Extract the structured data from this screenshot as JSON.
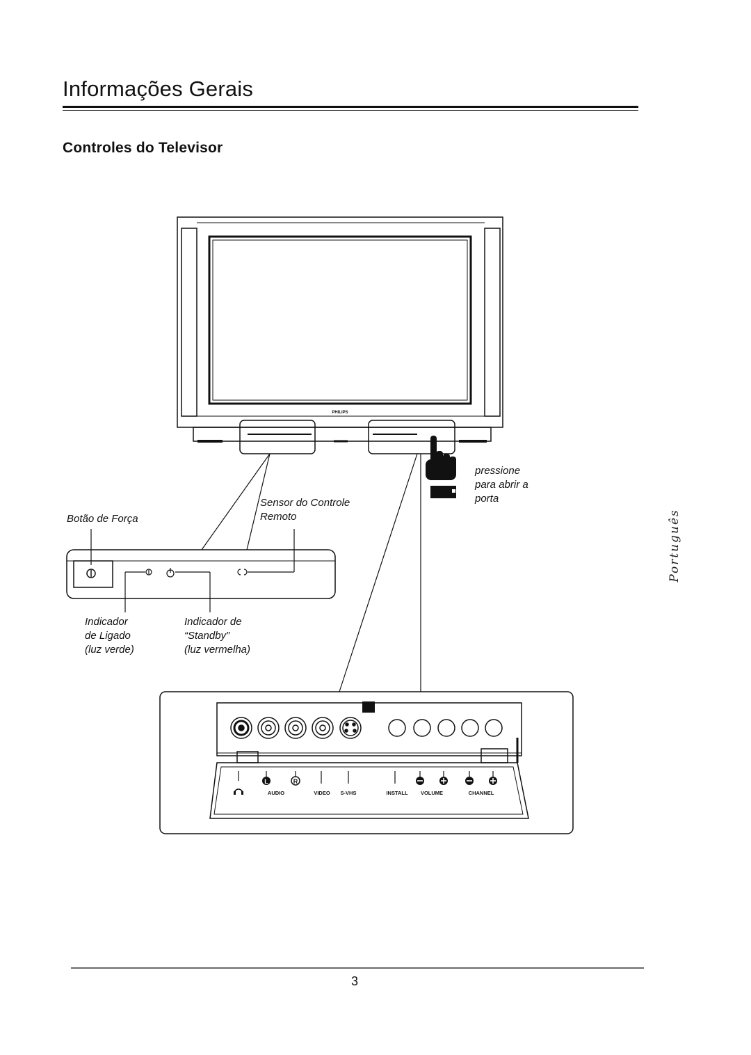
{
  "header": {
    "title": "Informações Gerais"
  },
  "section": {
    "title": "Controles do Televisor"
  },
  "tv": {
    "brand": "PHILIPS"
  },
  "labels": {
    "power_button": "Botão de Força",
    "remote_sensor": [
      "Sensor do Controle",
      "Remoto"
    ],
    "press_to_open": [
      "pressione",
      "para abrir a",
      "porta"
    ],
    "on_indicator": [
      "Indicador",
      "de Ligado",
      "(luz verde)"
    ],
    "standby_indicator": [
      "Indicador de",
      "“Standby”",
      "(luz vermelha)"
    ]
  },
  "control_panel": {
    "audio": "AUDIO",
    "video": "VIDEO",
    "svhs": "S-VHS",
    "install": "INSTALL",
    "volume": "VOLUME",
    "channel": "CHANNEL",
    "audio_left": "L",
    "audio_right": "R"
  },
  "side_tab": "Português",
  "footer": {
    "page_number": "3"
  }
}
